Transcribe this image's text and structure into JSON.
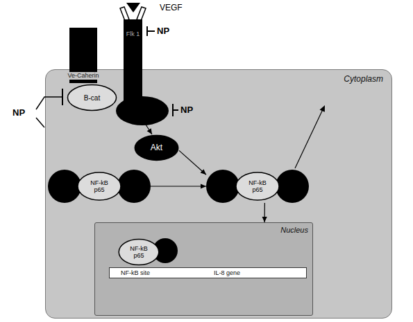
{
  "diagram": {
    "nodes": [
      {
        "text": [
          "Cytoplasm"
        ]
      },
      {
        "text": [
          "Ve-Caherin"
        ]
      },
      {
        "text": [
          "Flk 1"
        ]
      },
      {
        "text": [
          "B-cat"
        ],
        "in": 0
      },
      {
        "text": [
          "Akt"
        ],
        "in": 0
      },
      {
        "text": [
          "NF-kB p65"
        ],
        "in": 0
      },
      {
        "text": [
          "NF-kB p65"
        ],
        "in": 0
      },
      {
        "text": [
          "Nucleus"
        ],
        "in": 0
      },
      {
        "text": [
          "NF-kB p65"
        ],
        "in": 7
      },
      {
        "text": [
          "NF-kB site",
          "IL-8 gene"
        ],
        "in": 7
      }
    ],
    "edges": [
      {
        "from": 2,
        "to": 4,
        "arrow": "to"
      },
      {
        "from": 4,
        "to": 6,
        "arrow": "to"
      },
      {
        "from": 5,
        "to": 6,
        "arrow": "to"
      },
      {
        "from": 6,
        "to": 7,
        "arrow": "to"
      }
    ],
    "labels": [
      "VEGF",
      "NP",
      "NP",
      "NP"
    ]
  }
}
